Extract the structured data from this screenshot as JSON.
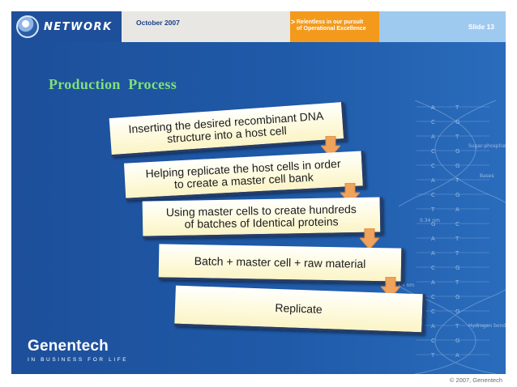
{
  "header": {
    "logo_text": "NETWORK",
    "date": "October 2007",
    "motto": "Relentless in our pursuit\nof Operational Excellence",
    "slide": "Slide 13"
  },
  "slide_title": "Production  Process",
  "steps": [
    "Inserting the desired recombinant DNA\nstructure  into a host cell",
    "Helping replicate the host cells in order\nto create a master cell bank",
    "Using master cells to create hundreds\nof batches of Identical  proteins",
    "Batch + master cell + raw material",
    "Replicate"
  ],
  "brand": {
    "name": "Genentech",
    "tagline": "IN BUSINESS FOR LIFE"
  },
  "helix_labels": [
    "Sugar-phosphate backbone",
    "Bases",
    "0.34 nm",
    "3.4 nm",
    "Hydrogen bonds between bases"
  ],
  "helix_bases": [
    "A",
    "T",
    "C",
    "G",
    "A",
    "T",
    "C",
    "G",
    "C",
    "G",
    "A",
    "T",
    "C",
    "G",
    "T",
    "A",
    "G",
    "C",
    "A",
    "T"
  ],
  "footer": "© 2007, Genentech",
  "colors": {
    "title": "#7fe07a",
    "panel": "#1f5aa8",
    "arrow": "#f0a35a",
    "accent_orange": "#f39a1d"
  }
}
